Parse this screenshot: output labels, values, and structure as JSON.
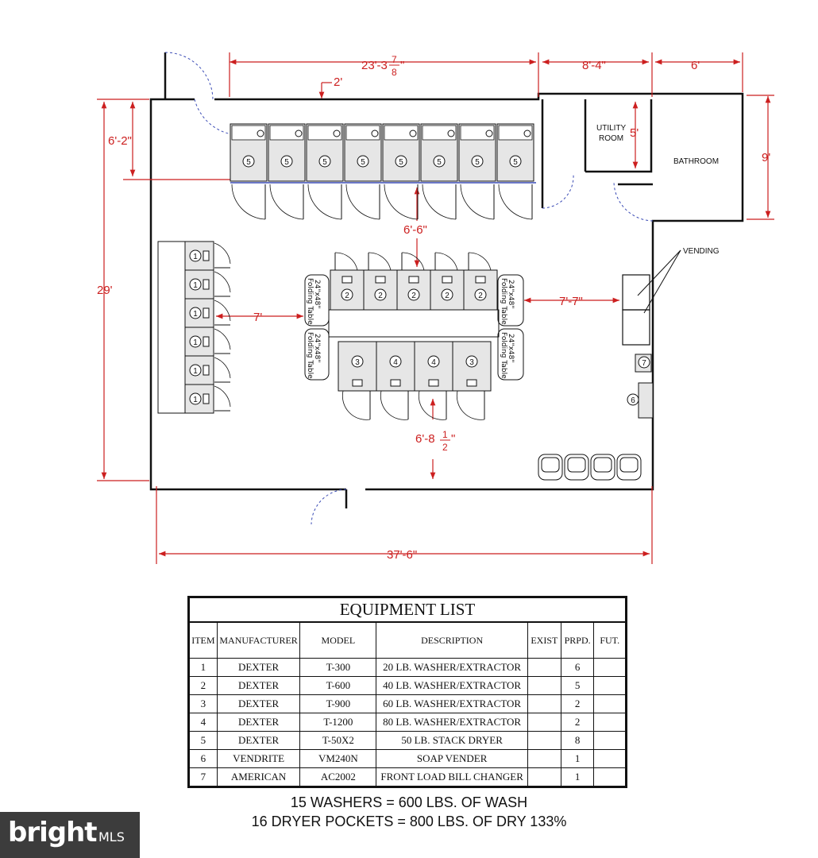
{
  "dimensions": {
    "top_width": "23'-3",
    "top_width_frac_num": "7",
    "top_width_frac_den": "8",
    "top_width_suffix": "\"",
    "utility_width": "8'-4\"",
    "bath_width": "6'",
    "clear_top": "2'",
    "dryer_depth": "6'-2\"",
    "utility_depth": "5'",
    "bath_depth": "9'",
    "left_height": "29'",
    "aisle_top": "6'-6\"",
    "aisle_left": "7'",
    "aisle_right": "7'-7\"",
    "aisle_bottom": "6'-8",
    "aisle_bottom_frac_num": "1",
    "aisle_bottom_frac_den": "2",
    "aisle_bottom_suffix": "\"",
    "overall_width": "37'-6\""
  },
  "rooms": {
    "utility_line1": "UTILITY",
    "utility_line2": "ROOM",
    "bathroom": "BATHROOM",
    "vending": "VENDING"
  },
  "folding_table_line1": "24\"x48\"",
  "folding_table_line2": "Folding Table",
  "item_tags": {
    "t1": "1",
    "t2": "2",
    "t3": "3",
    "t4": "4",
    "t5": "5",
    "t6": "6",
    "t7": "7"
  },
  "equipment_table": {
    "title": "EQUIPMENT LIST",
    "headers": [
      "ITEM",
      "MANUFACTURER",
      "MODEL",
      "DESCRIPTION",
      "EXIST",
      "PRPD.",
      "FUT."
    ],
    "rows": [
      [
        "1",
        "DEXTER",
        "T-300",
        "20 LB. WASHER/EXTRACTOR",
        "",
        "6",
        ""
      ],
      [
        "2",
        "DEXTER",
        "T-600",
        "40 LB. WASHER/EXTRACTOR",
        "",
        "5",
        ""
      ],
      [
        "3",
        "DEXTER",
        "T-900",
        "60 LB. WASHER/EXTRACTOR",
        "",
        "2",
        ""
      ],
      [
        "4",
        "DEXTER",
        "T-1200",
        "80 LB. WASHER/EXTRACTOR",
        "",
        "2",
        ""
      ],
      [
        "5",
        "DEXTER",
        "T-50X2",
        "50 LB. STACK DRYER",
        "",
        "8",
        ""
      ],
      [
        "6",
        "VENDRITE",
        "VM240N",
        "SOAP VENDER",
        "",
        "1",
        ""
      ],
      [
        "7",
        "AMERICAN",
        "AC2002",
        "FRONT LOAD BILL CHANGER",
        "",
        "1",
        ""
      ]
    ]
  },
  "summary": {
    "line1": "15 WASHERS = 600 LBS. OF WASH",
    "line2": "16 DRYER POCKETS = 800 LBS. OF DRY 133%"
  },
  "watermark": {
    "brand": "bright",
    "suffix": "MLS"
  },
  "colors": {
    "dimension": "#cc1f1f",
    "line": "#111111",
    "door": "#3a4bb5",
    "fill": "#e6e6e6"
  }
}
